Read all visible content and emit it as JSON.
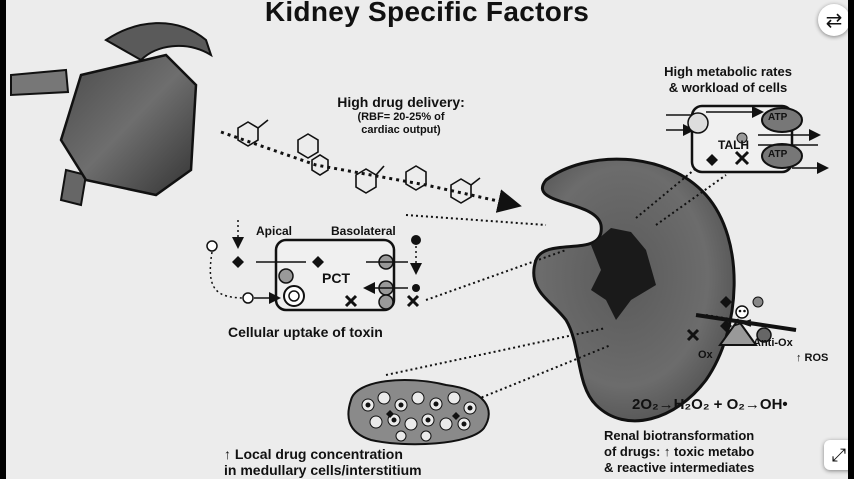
{
  "title": "Kidney Specific Factors",
  "labels": {
    "drug_delivery": "High drug delivery:",
    "rbf_line1": "(RBF= 20-25% of",
    "rbf_line2": "cardiac output)",
    "metabolic_line1": "High metabolic rates",
    "metabolic_line2": "& workload of cells",
    "talh": "TALH",
    "atp_top": "ATP",
    "atp_bottom": "ATP",
    "apical": "Apical",
    "basolateral": "Basolateral",
    "pct": "PCT",
    "cellular_uptake": "Cellular uptake of toxin",
    "ox": "Ox",
    "anti_ox": "Anti-Ox",
    "ros": "↑ ROS",
    "equation": "2O₂→H₂O₂ + O₂→OH•",
    "renal_line1": "Renal biotransformation",
    "renal_line2": "of drugs: ↑ toxic metabo",
    "renal_line3": "& reactive intermediates",
    "local_line1": "↑ Local drug concentration",
    "local_line2": "in medullary cells/interstitium"
  },
  "icons": {
    "refresh": "refresh-icon",
    "expand": "expand-icon",
    "skull": "skull-icon"
  },
  "controls": {
    "refresh_glyph": "⇄",
    "expand_glyph": "⤢"
  },
  "colors": {
    "background": "#ececec",
    "organ_dark": "#3a3a3a",
    "organ_mid": "#6a6a6a",
    "ink": "#111111"
  }
}
